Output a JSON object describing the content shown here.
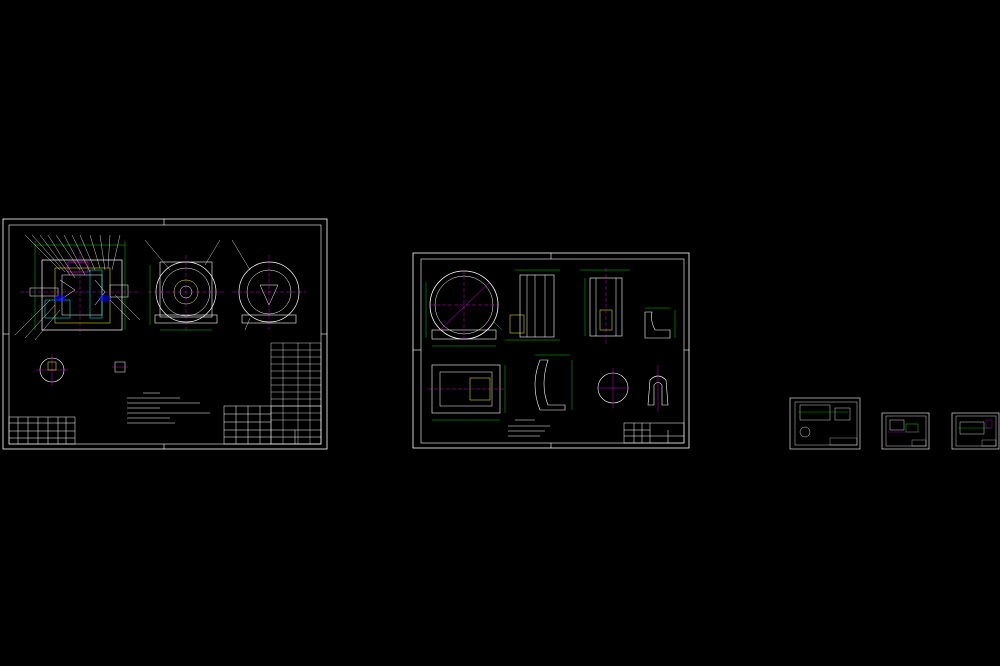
{
  "workspace": {
    "background": "#000000",
    "colors": {
      "outline": "#ffffff",
      "dimension": "#00ff00",
      "centerline": "#ff00ff",
      "hidden": "#00ffff",
      "accent": "#ffff00",
      "hatch": "#0000ff"
    }
  },
  "sheets": [
    {
      "id": "assembly",
      "kind": "assembly-drawing"
    },
    {
      "id": "housing",
      "kind": "part-drawing"
    },
    {
      "id": "thumb1",
      "kind": "thumbnail"
    },
    {
      "id": "thumb2",
      "kind": "thumbnail"
    },
    {
      "id": "thumb3",
      "kind": "thumbnail"
    }
  ]
}
